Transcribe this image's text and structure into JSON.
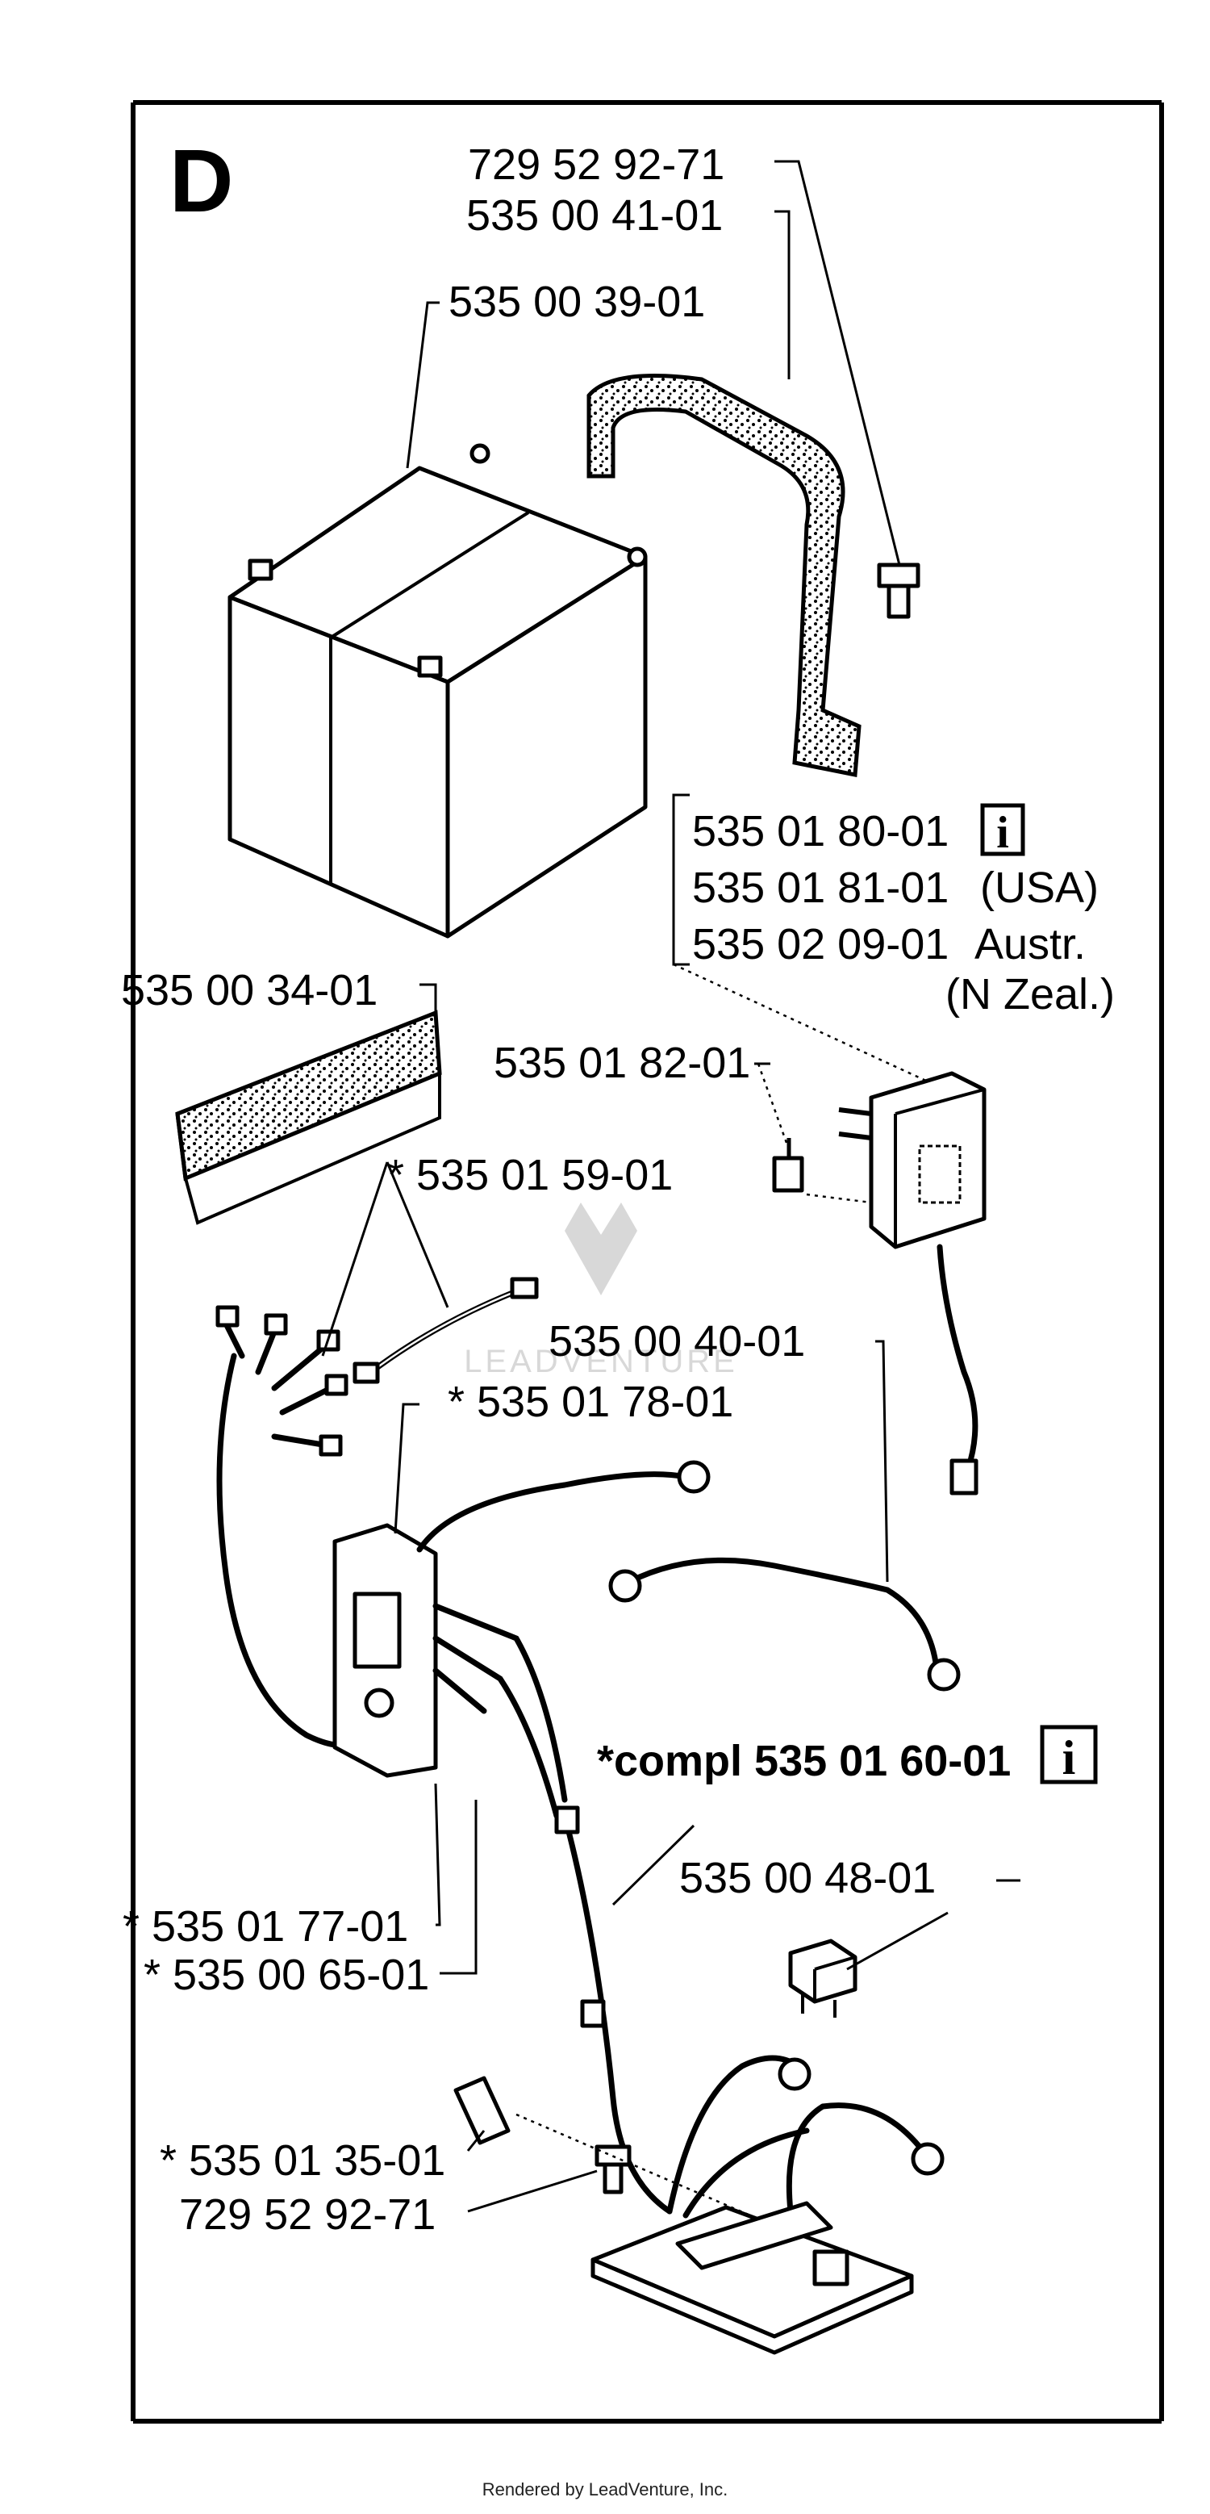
{
  "section_letter": "D",
  "labels": {
    "screw_top": "729 52 92-71",
    "bracket": "535 00 41-01",
    "battery": "535 00 39-01",
    "charger_1": "535 01 80-01",
    "charger_2": "535 01 81-01",
    "charger_2_note": "(USA)",
    "charger_3": "535 02 09-01",
    "charger_3_note": "Austr.",
    "charger_3_note_2": "(N Zeal.)",
    "pad": "535 00 34-01",
    "charger_cable": "535 01 82-01",
    "cable_a": "* 535 01 59-01",
    "cable_b": "535 00 40-01",
    "harness": "* 535 01 78-01",
    "complete": "*compl 535 01 60-01",
    "relay": "535 00 48-01",
    "panel_1": "* 535 01 77-01",
    "panel_2": "* 535 00 65-01",
    "pin": "* 535 01 35-01",
    "screw_bottom": "729 52 92-71"
  },
  "info_icon_glyph": "i",
  "watermark": "LEADVENTURE",
  "footer": "Rendered by LeadVenture, Inc."
}
